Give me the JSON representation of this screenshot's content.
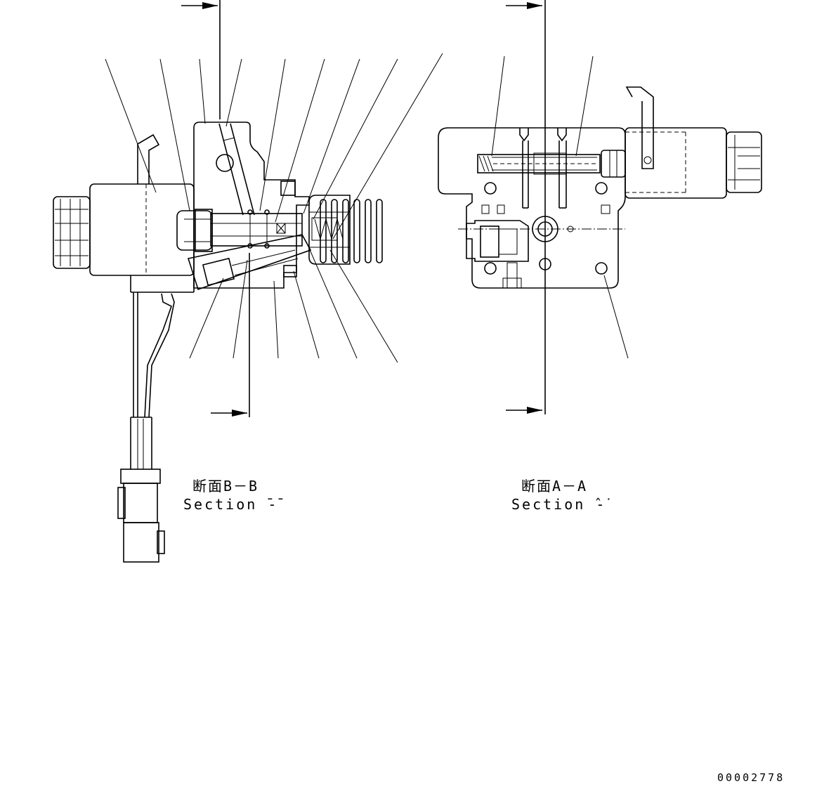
{
  "views": [
    {
      "id": "section-b",
      "label_jp": "断面B－B",
      "label_en": "Section ̄-̄"
    },
    {
      "id": "section-a",
      "label_jp": "断面A－A",
      "label_en": "Section ̂-̇"
    }
  ],
  "document_number": "00002778",
  "colors": {
    "ink": "#000000",
    "paper": "#ffffff"
  }
}
